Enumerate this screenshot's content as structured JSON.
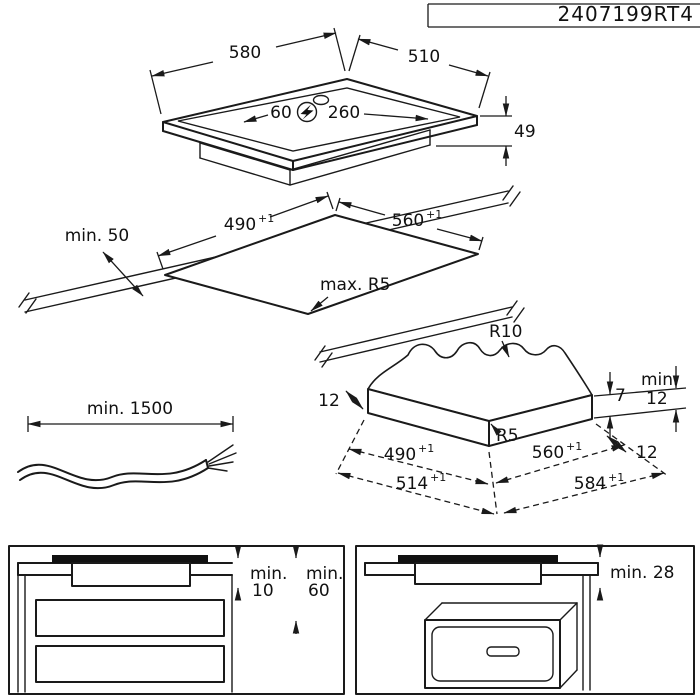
{
  "drawing": {
    "number": "2407199RT4"
  },
  "hob_view": {
    "width": "580",
    "depth": "510",
    "height": "49",
    "cable_left": "60",
    "cable_right": "260"
  },
  "cutout_view": {
    "width": "490",
    "width_tol": "+1",
    "depth": "560",
    "depth_tol": "+1",
    "edge_clearance": "min. 50",
    "corner_radius": "max. R5"
  },
  "corner_detail": {
    "top_radius": "R10",
    "inner_radius": "R5",
    "overlap_left": "12",
    "rim_height": "7",
    "clearance_word": "min.",
    "clearance_value": "12",
    "overlap_right": "12",
    "cutout_width": "490",
    "cutout_width_tol": "+1",
    "cutout_depth": "560",
    "cutout_depth_tol": "+1",
    "overall_width": "514",
    "overall_width_tol": "+1",
    "overall_depth": "584",
    "overall_depth_tol": "+1"
  },
  "cable_detail": {
    "length": "min. 1500"
  },
  "drawer_view": {
    "gap1_word": "min.",
    "gap1_value": "10",
    "gap2_word": "min.",
    "gap2_value": "60"
  },
  "oven_view": {
    "gap": "min. 28"
  }
}
